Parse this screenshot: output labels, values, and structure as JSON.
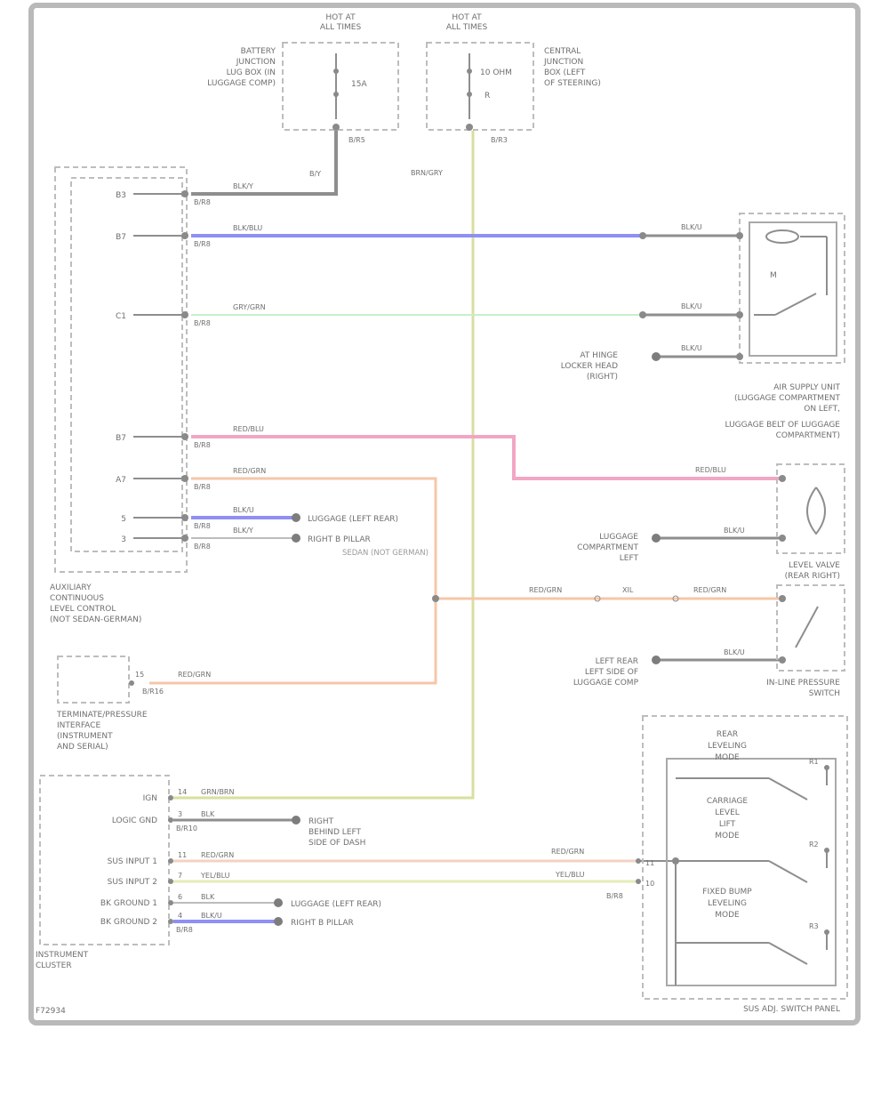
{
  "figure_id": "F72934",
  "fuses": {
    "left": {
      "header": [
        "HOT AT",
        "ALL TIMES"
      ],
      "rating": "15A",
      "desc": [
        "BATTERY",
        "JUNCTION",
        "LUG BOX (IN",
        "LUGGAGE COMP)"
      ],
      "connector": "B/R5",
      "wire": "B/Y"
    },
    "right": {
      "header": [
        "HOT AT",
        "ALL TIMES"
      ],
      "rating": [
        "10 OHM",
        "R"
      ],
      "desc": [
        "CENTRAL",
        "JUNCTION",
        "BOX (LEFT",
        "OF STEERING)"
      ],
      "connector": "B/R3",
      "wire": "BRN/GRY"
    }
  },
  "control_unit": {
    "title": [
      "AUXILIARY",
      "CONTINUOUS",
      "LEVEL CONTROL",
      "(NOT SEDAN-GERMAN)"
    ],
    "pins": [
      {
        "pin": "B3",
        "wire": "BLK/Y",
        "conn": "B/R8"
      },
      {
        "pin": "B7",
        "wire": "BLK/BLU",
        "conn": "B/R8"
      },
      {
        "pin": "C1",
        "wire": "GRY/GRN",
        "conn": "B/R8"
      },
      {
        "pin": "B7",
        "wire": "RED/BLU",
        "conn": "B/R8"
      },
      {
        "pin": "A7",
        "wire": "RED/GRN",
        "conn": "B/R8"
      },
      {
        "pin": "5",
        "wire": "BLK/U",
        "conn": "B/R8"
      },
      {
        "pin": "3",
        "wire": "BLK/Y",
        "conn": "B/R8"
      }
    ],
    "ground_notes": [
      "LUGGAGE (LEFT REAR)",
      "RIGHT B PILLAR"
    ],
    "middle_note": "SEDAN (NOT GERMAN)"
  },
  "pump": {
    "wires": [
      "BLK/U",
      "BLK/U",
      "BLK/U"
    ],
    "ground": [
      "AT HINGE",
      "LOCKER HEAD",
      "(RIGHT)"
    ],
    "title": [
      "AIR SUPPLY UNIT",
      "(LUGGAGE COMPARTMENT",
      "ON LEFT,",
      "LUGGAGE BELT OF LUGGAGE",
      "COMPARTMENT)"
    ],
    "motor": "M"
  },
  "level_valve": {
    "wire": "RED/BLU",
    "title": [
      "LEVEL VALVE",
      "(REAR RIGHT)"
    ],
    "ground": [
      "LUGGAGE",
      "COMPARTMENT",
      "LEFT"
    ],
    "gnd_wire": "BLK/U"
  },
  "pressure_switch": {
    "wires": [
      "RED/GRN",
      "RED/GRN"
    ],
    "connector": "XIL",
    "title": [
      "IN-LINE PRESSURE",
      "SWITCH"
    ],
    "ground": [
      "LEFT REAR",
      "LEFT SIDE OF",
      "LUGGAGE COMP"
    ],
    "gnd_wire": "BLK/U"
  },
  "ecm": {
    "title": [
      "TERMINATE/PRESSURE",
      "INTERFACE",
      "(INSTRUMENT",
      "AND SERIAL)"
    ],
    "pin": "15",
    "wire": "RED/GRN",
    "conn": "B/R16"
  },
  "cluster": {
    "title": [
      "INSTRUMENT",
      "CLUSTER"
    ],
    "rows": [
      {
        "label": "IGN",
        "pin": "14",
        "wire": "GRN/BRN",
        "conn": ""
      },
      {
        "label": "LOGIC GND",
        "pin": "3",
        "wire": "BLK",
        "conn": "B/R10"
      },
      {
        "label": "SUS INPUT 1",
        "pin": "11",
        "wire": "RED/GRN",
        "conn": ""
      },
      {
        "label": "SUS INPUT 2",
        "pin": "7",
        "wire": "YEL/BLU",
        "conn": ""
      },
      {
        "label": "BK GROUND 1",
        "pin": "6",
        "wire": "BLK",
        "conn": ""
      },
      {
        "label": "BK GROUND 2",
        "pin": "4",
        "wire": "BLK/U",
        "conn": "B/R8"
      }
    ],
    "notes": [
      "RIGHT",
      "BEHIND LEFT",
      "SIDE OF DASH",
      "LUGGAGE (LEFT REAR)",
      "RIGHT B PILLAR"
    ]
  },
  "switch_panel": {
    "title": "SUS ADJ. SWITCH PANEL",
    "sections": [
      {
        "name": [
          "REAR",
          "LEVELING",
          "MODE"
        ],
        "pin": "R1"
      },
      {
        "name": [
          "CARRIAGE",
          "LEVEL",
          "LIFT",
          "MODE"
        ],
        "pin": "R2"
      },
      {
        "name": [
          "FIXED BUMP",
          "LEVELING",
          "MODE"
        ],
        "pin": "R3"
      }
    ],
    "wires": [
      "RED/GRN",
      "YEL/BLU"
    ],
    "pins": [
      "11",
      "10"
    ],
    "conn": "B/R8"
  }
}
